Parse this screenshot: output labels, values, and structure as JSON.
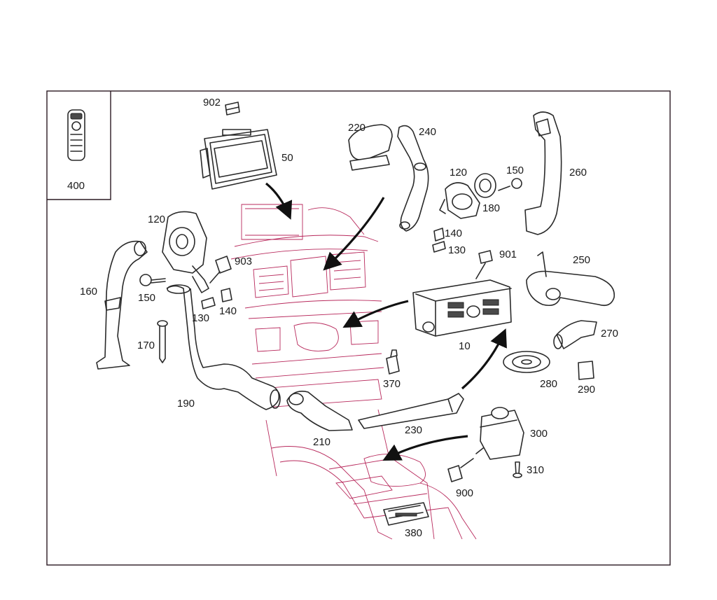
{
  "callouts": [
    {
      "id": "c-400",
      "text": "400"
    },
    {
      "id": "c-902",
      "text": "902"
    },
    {
      "id": "c-50",
      "text": "50"
    },
    {
      "id": "c-220",
      "text": "220"
    },
    {
      "id": "c-240",
      "text": "240"
    },
    {
      "id": "c-120a",
      "text": "120"
    },
    {
      "id": "c-150a",
      "text": "150"
    },
    {
      "id": "c-260",
      "text": "260"
    },
    {
      "id": "c-180",
      "text": "180"
    },
    {
      "id": "c-140a",
      "text": "140"
    },
    {
      "id": "c-130a",
      "text": "130"
    },
    {
      "id": "c-901",
      "text": "901"
    },
    {
      "id": "c-250",
      "text": "250"
    },
    {
      "id": "c-120b",
      "text": "120"
    },
    {
      "id": "c-903",
      "text": "903"
    },
    {
      "id": "c-160",
      "text": "160"
    },
    {
      "id": "c-150b",
      "text": "150"
    },
    {
      "id": "c-130b",
      "text": "130"
    },
    {
      "id": "c-140b",
      "text": "140"
    },
    {
      "id": "c-170",
      "text": "170"
    },
    {
      "id": "c-10",
      "text": "10"
    },
    {
      "id": "c-270",
      "text": "270"
    },
    {
      "id": "c-280",
      "text": "280"
    },
    {
      "id": "c-290",
      "text": "290"
    },
    {
      "id": "c-370",
      "text": "370"
    },
    {
      "id": "c-190",
      "text": "190"
    },
    {
      "id": "c-210",
      "text": "210"
    },
    {
      "id": "c-230",
      "text": "230"
    },
    {
      "id": "c-300",
      "text": "300"
    },
    {
      "id": "c-310",
      "text": "310"
    },
    {
      "id": "c-900",
      "text": "900"
    },
    {
      "id": "c-380",
      "text": "380"
    }
  ],
  "colors": {
    "background": "#ffffff",
    "part_lines": "#2a2a2a",
    "interior_lines": "#b0124a",
    "arrows": "#111111"
  }
}
